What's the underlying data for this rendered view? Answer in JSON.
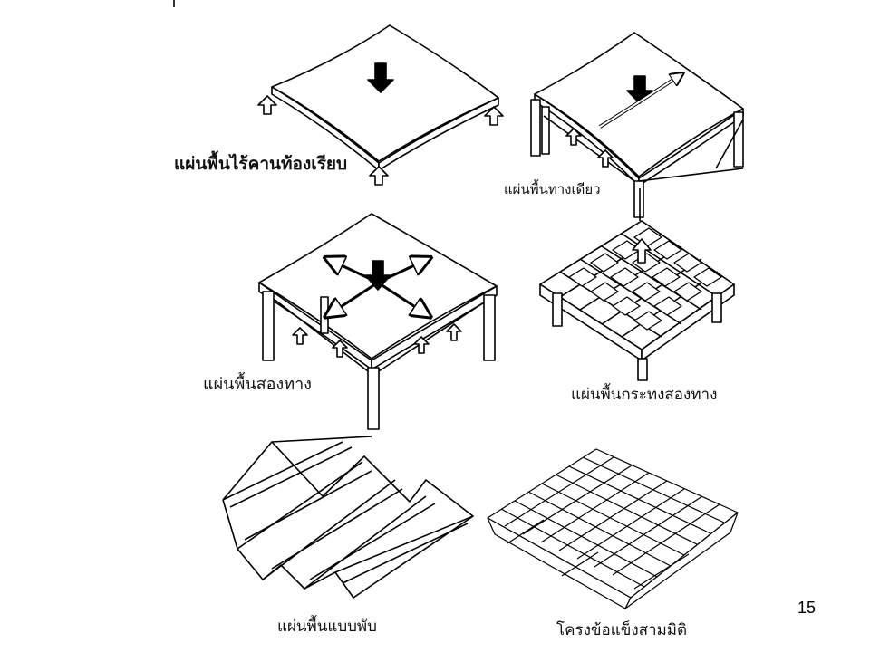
{
  "slide": {
    "page_number": "15"
  },
  "captions": {
    "flat_plate": "แผ่นพื้นไร้คานท้องเรียบ",
    "one_way": "แผ่นพื้นทางเดียว",
    "two_way": "แผ่นพื้นสองทาง",
    "waffle": "แผ่นพื้นกระทงสองทาง",
    "folded": "แผ่นพื้นแบบพับ",
    "space_frame": "โครงข้อแข็งสามมิติ"
  }
}
